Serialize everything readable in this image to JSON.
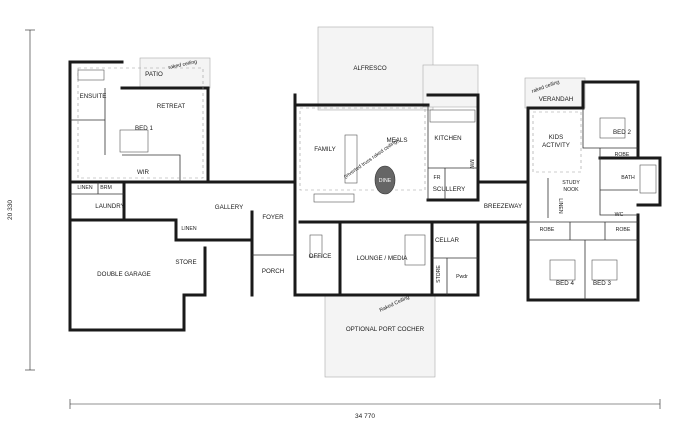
{
  "rooms": {
    "patio": "PATIO",
    "raked_patio": "raked ceiling",
    "ensuite": "ENSUITE",
    "retreat": "RETREAT",
    "bed1": "BED 1",
    "wir": "WIR",
    "linen_left": "LINEN",
    "brm": "BRM",
    "laundry": "LAUNDRY",
    "gallery": "GALLERY",
    "linen_mid": "LINEN",
    "store": "STORE",
    "double_garage": "DOUBLE GARAGE",
    "alfresco": "ALFRESCO",
    "family": "FAMILY",
    "meals": "MEALS",
    "kitchen": "KITCHEN",
    "raked_family": "(inverted truss raked ceiling)",
    "dine": "DINE",
    "fr": "FR",
    "mw": "MW",
    "scullery": "SCULLERY",
    "foyer": "FOYER",
    "porch": "PORCH",
    "office": "OFFICE",
    "lounge_media": "LOUNGE / MEDIA",
    "cellar": "CELLAR",
    "store_mid": "STORE",
    "pwdr": "Pwdr",
    "raked_porte": "Raked Ceiling",
    "porte_cochere": "OPTIONAL PORT COCHER",
    "breezeway": "BREEZEWAY",
    "veranda_raked": "raked ceiling",
    "verandah": "VERANDAH",
    "kids_activity_1": "KIDS",
    "kids_activity_2": "ACTIVITY",
    "bed2": "BED 2",
    "robe_b2": "ROBE",
    "bath": "BATH",
    "study_nook_1": "STUDY",
    "study_nook_2": "NOOK",
    "linen_right": "LINEN",
    "wc": "WC",
    "robe_b4": "ROBE",
    "robe_b3": "ROBE",
    "bed4": "BED 4",
    "bed3": "BED 3"
  },
  "dimensions": {
    "overall_width": "34 770",
    "overall_depth": "20 330"
  }
}
